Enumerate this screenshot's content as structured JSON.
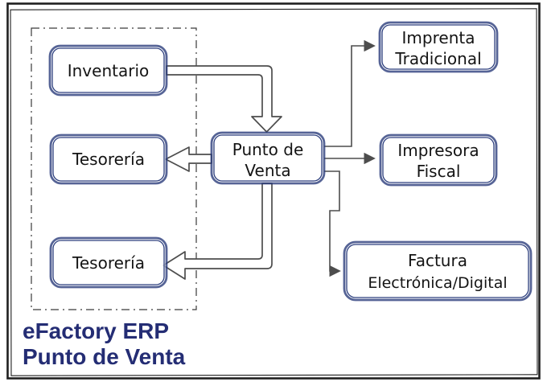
{
  "diagram": {
    "nodes": {
      "inventario": {
        "label": "Inventario"
      },
      "tesoreria_media": {
        "label": "Tesorería"
      },
      "tesoreria_baja": {
        "label": "Tesorería"
      },
      "punto_venta": {
        "label_line1": "Punto de",
        "label_line2": "Venta"
      },
      "imprenta": {
        "label_line1": "Imprenta",
        "label_line2": "Tradicional"
      },
      "impresora": {
        "label_line1": "Impresora",
        "label_line2": "Fiscal"
      },
      "factura": {
        "label_line1": "Factura",
        "label_line2": "Electrónica/Digital"
      }
    },
    "footer": {
      "line1": "eFactory ERP",
      "line2": "Punto de Venta"
    },
    "colors": {
      "box_border": "#2c3e7d",
      "arrow": "#4d4d4d",
      "footer_text": "#242d74",
      "frame": "#1f1f1f",
      "label_text": "#141414",
      "background": "#ffffff"
    }
  }
}
